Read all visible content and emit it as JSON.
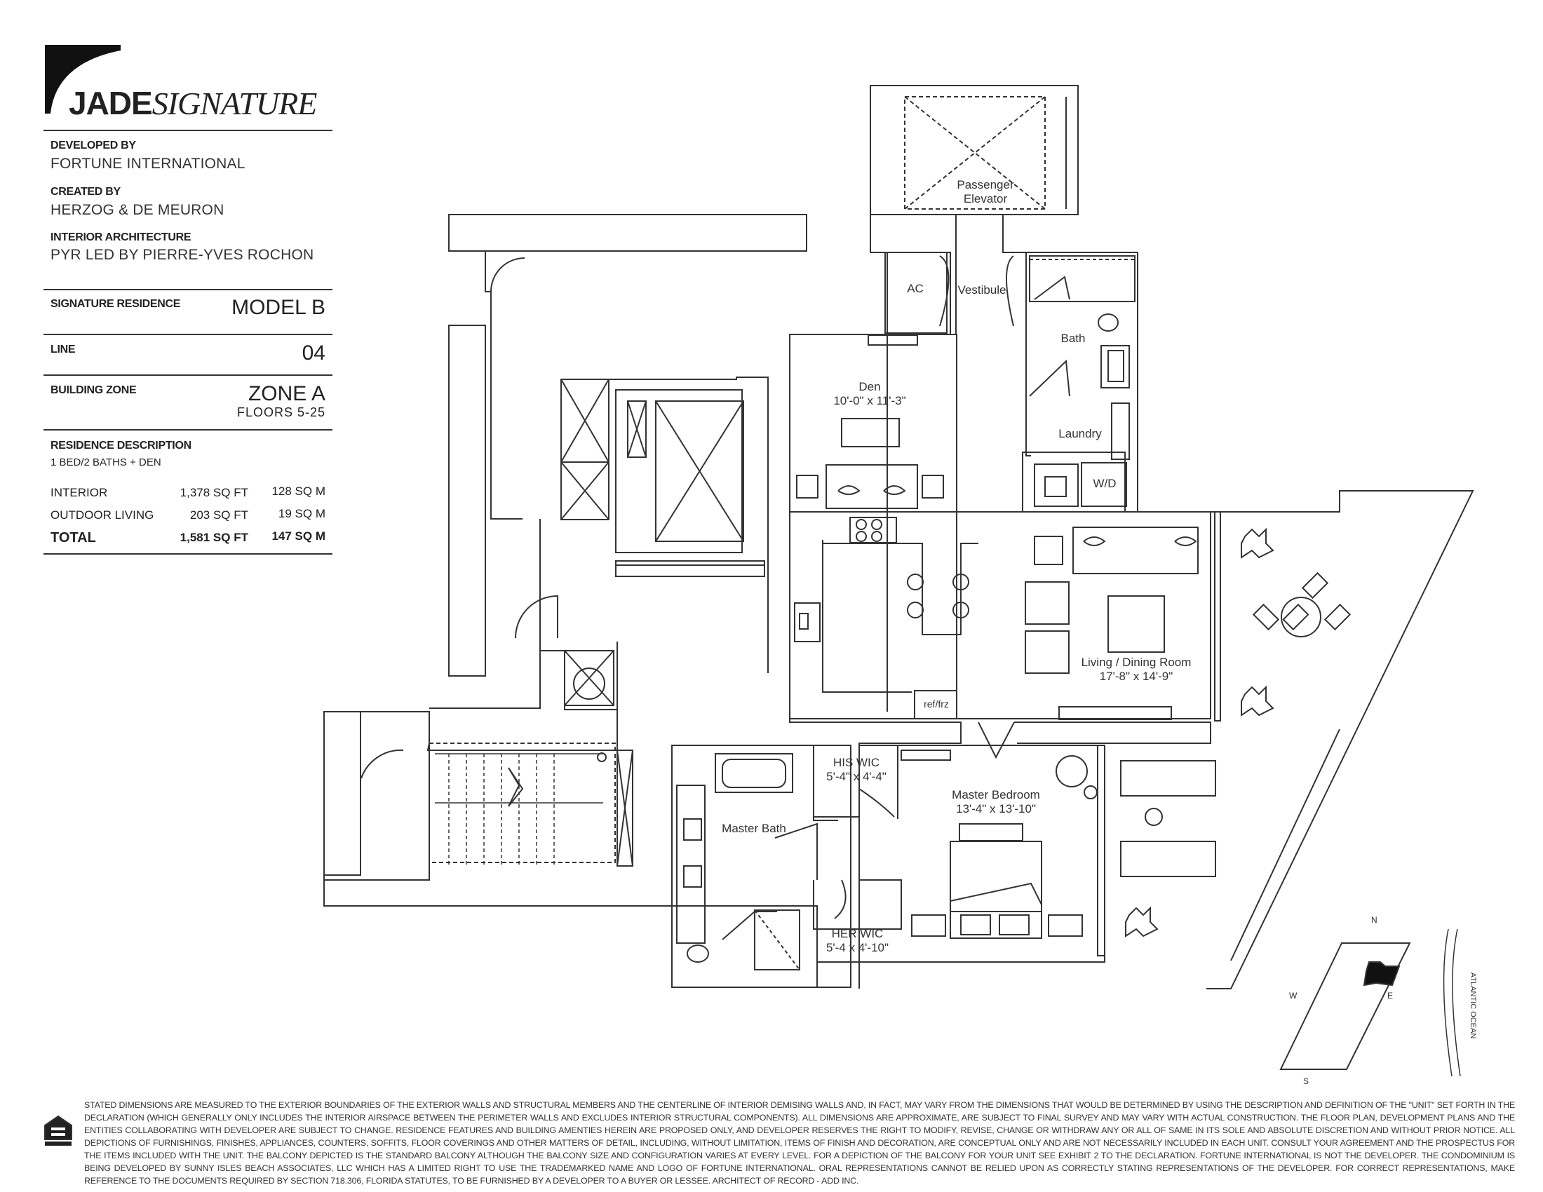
{
  "brand": {
    "bold": "JADE",
    "italic": "SIGNATURE"
  },
  "credits": [
    {
      "label": "DEVELOPED BY",
      "value": "FORTUNE INTERNATIONAL"
    },
    {
      "label": "CREATED BY",
      "value": "HERZOG & DE MEURON"
    },
    {
      "label": "INTERIOR ARCHITECTURE",
      "value": "PYR LED BY PIERRE-YVES ROCHON"
    }
  ],
  "residence": {
    "label": "SIGNATURE RESIDENCE",
    "value": "MODEL B"
  },
  "line": {
    "label": "LINE",
    "value": "04"
  },
  "zone": {
    "label": "BUILDING ZONE",
    "value": "ZONE A",
    "floors": "FLOORS 5-25"
  },
  "description": {
    "label": "RESIDENCE DESCRIPTION",
    "value": "1 BED/2 BATHS + DEN"
  },
  "areas": [
    {
      "name": "INTERIOR",
      "sqft": "1,378 SQ FT",
      "sqm": "128 SQ M"
    },
    {
      "name": "OUTDOOR LIVING",
      "sqft": "203 SQ FT",
      "sqm": "19 SQ M"
    },
    {
      "name": "TOTAL",
      "sqft": "1,581 SQ FT",
      "sqm": "147 SQ M"
    }
  ],
  "rooms": {
    "elevator": [
      "Passenger",
      "Elevator"
    ],
    "ac": "AC",
    "vestibule": "Vestibule",
    "bath": "Bath",
    "den": [
      "Den",
      "10'-0\" x 11'-3\""
    ],
    "laundry": "Laundry",
    "wd": "W/D",
    "living": [
      "Living / Dining Room",
      "17'-8\" x 14'-9\""
    ],
    "reffrz": "ref/frz",
    "his_wic": [
      "HIS WIC",
      "5'-4\" x 4'-4\""
    ],
    "master_bedroom": [
      "Master Bedroom",
      "13'-4\" x 13'-10\""
    ],
    "master_bath": "Master Bath",
    "her_wic": [
      "HER WIC",
      "5'-4 x 4'-10\""
    ]
  },
  "compass": {
    "n": "N",
    "s": "S",
    "e": "E",
    "w": "W",
    "ocean": "ATLANTIC OCEAN"
  },
  "disclaimer": "STATED DIMENSIONS ARE MEASURED TO THE EXTERIOR BOUNDARIES OF THE EXTERIOR WALLS AND STRUCTURAL MEMBERS AND THE CENTERLINE OF INTERIOR DEMISING WALLS AND, IN FACT, MAY VARY FROM THE DIMENSIONS THAT WOULD BE DETERMINED BY USING THE DESCRIPTION AND DEFINITION OF THE \"UNIT\" SET FORTH IN THE DECLARATION (WHICH GENERALLY ONLY INCLUDES THE INTERIOR AIRSPACE BETWEEN THE PERIMETER WALLS AND EXCLUDES INTERIOR STRUCTURAL COMPONENTS). ALL DIMENSIONS ARE APPROXIMATE, ARE SUBJECT TO FINAL SURVEY AND MAY VARY WITH ACTUAL CONSTRUCTION. THE FLOOR PLAN, DEVELOPMENT PLANS AND THE ENTITIES COLLABORATING WITH DEVELOPER ARE SUBJECT TO CHANGE. RESIDENCE FEATURES AND BUILDING AMENTIES HEREIN ARE PROPOSED ONLY, AND DEVELOPER RESERVES THE RIGHT TO MODIFY, REVISE, CHANGE OR WITHDRAW ANY OR ALL OF SAME IN ITS SOLE AND ABSOLUTE DISCRETION AND WITHOUT PRIOR NOTICE. ALL DEPICTIONS OF FURNISHINGS, FINISHES, APPLIANCES, COUNTERS, SOFFITS, FLOOR COVERINGS AND OTHER MATTERS OF DETAIL, INCLUDING, WITHOUT LIMITATION, ITEMS OF FINISH AND DECORATION, ARE CONCEPTUAL ONLY AND ARE NOT NECESSARILY INCLUDED IN EACH UNIT. CONSULT YOUR AGREEMENT AND THE PROSPECTUS FOR THE ITEMS INCLUDED WITH THE UNIT. THE BALCONY DEPICTED IS THE STANDARD BALCONY ALTHOUGH THE BALCONY SIZE AND CONFIGURATION VARIES AT EVERY LEVEL. FOR A DEPICTION OF THE BALCONY FOR YOUR UNIT SEE EXHIBIT 2 TO THE DECLARATION. FORTUNE INTERNATIONAL IS NOT THE DEVELOPER. THE CONDOMINIUM IS BEING DEVELOPED BY SUNNY ISLES BEACH ASSOCIATES, LLC WHICH HAS A LIMITED RIGHT TO USE THE TRADEMARKED NAME AND LOGO OF FORTUNE INTERNATIONAL. ORAL REPRESENTATIONS CANNOT BE RELIED UPON AS CORRECTLY STATING REPRESENTATIONS OF THE DEVELOPER. FOR CORRECT REPRESENTATIONS, MAKE REFERENCE TO THE DOCUMENTS REQUIRED BY SECTION 718.306, FLORIDA STATUTES, TO BE FURNISHED BY A DEVELOPER TO A BUYER OR LESSEE. ARCHITECT OF RECORD - ADD INC."
}
